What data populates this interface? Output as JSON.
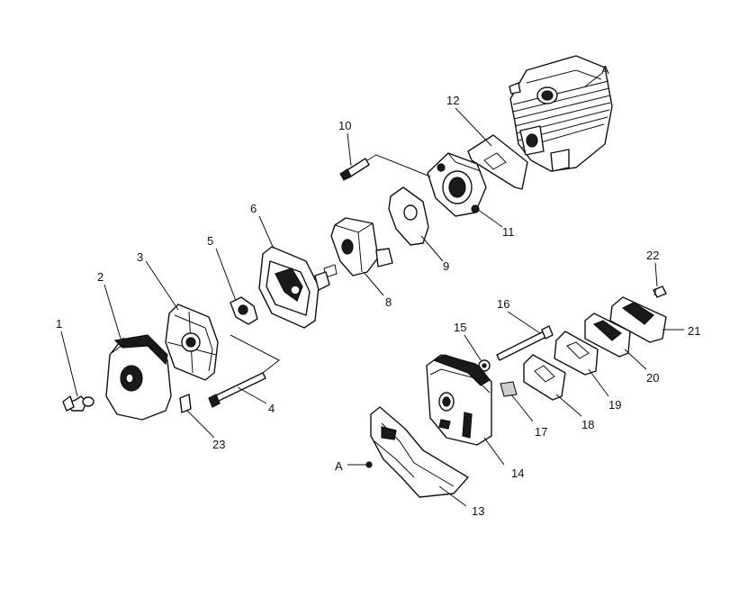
{
  "callouts": {
    "p1": "1",
    "p2": "2",
    "p3": "3",
    "p4": "4",
    "p5": "5",
    "p6": "6",
    "p8": "8",
    "p9": "9",
    "p10": "10",
    "p11": "11",
    "p12": "12",
    "p13": "13",
    "p14": "14",
    "p15": "15",
    "p16": "16",
    "p17": "17",
    "p18": "18",
    "p19": "19",
    "p20": "20",
    "p21": "21",
    "p22": "22",
    "p23": "23",
    "a_cylinder": "A",
    "a_muffler": "A"
  },
  "colors": {
    "line": "#111111",
    "background": "#ffffff",
    "shade": "#1a1a1a"
  }
}
